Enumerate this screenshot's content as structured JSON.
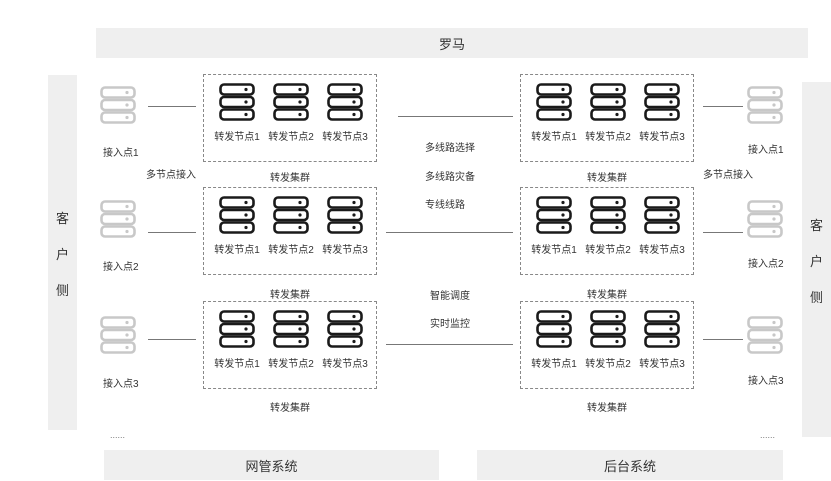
{
  "top_band": "罗马",
  "bottom_left_band": "网管系统",
  "bottom_right_band": "后台系统",
  "side_left": [
    "客",
    "户",
    "侧"
  ],
  "side_right": [
    "客",
    "户",
    "侧"
  ],
  "access_points_left": [
    "接入点1",
    "接入点2",
    "接入点3"
  ],
  "access_points_right": [
    "接入点1",
    "接入点2",
    "接入点3"
  ],
  "multi_node_left": "多节点接入",
  "multi_node_right": "多节点接入",
  "node_labels": [
    "转发节点1",
    "转发节点2",
    "转发节点3"
  ],
  "cluster_label": "转发集群",
  "center_texts": [
    "多线路选择",
    "多线路灾备",
    "专线线路",
    "智能调度",
    "实时监控"
  ],
  "ellipsis_left": "......",
  "ellipsis_right": "......",
  "colors": {
    "band_bg": "#efefef",
    "server_dark": "#1a1a1a",
    "server_light": "#c8c8c8",
    "line": "#777777"
  }
}
